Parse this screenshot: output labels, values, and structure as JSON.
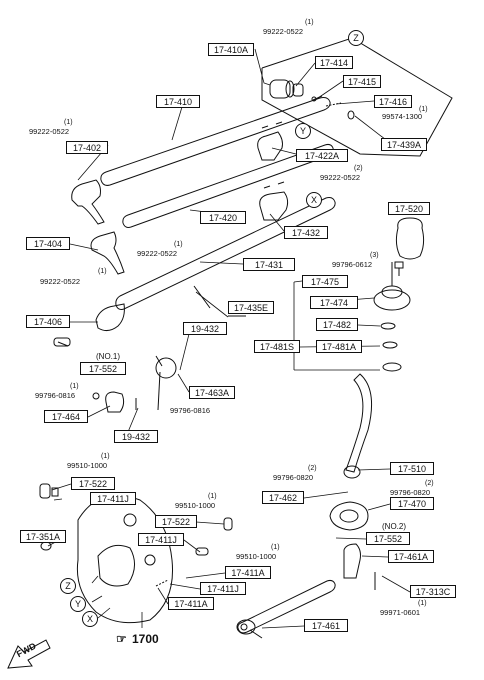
{
  "parts": {
    "p17410A": "17-410A",
    "p17414": "17-414",
    "p17415": "17-415",
    "p17416": "17-416",
    "p17439A": "17-439A",
    "p17410": "17-410",
    "p17402": "17-402",
    "p17422A": "17-422A",
    "p17420": "17-420",
    "p17404": "17-404",
    "p17432": "17-432",
    "p17520": "17-520",
    "p17431": "17-431",
    "p17475": "17-475",
    "p17474": "17-474",
    "p17406": "17-406",
    "p17435E": "17-435E",
    "p17482": "17-482",
    "p19432a": "19-432",
    "p17481S": "17-481S",
    "p17481A": "17-481A",
    "p17552a": "17-552",
    "p17463A": "17-463A",
    "p17464": "17-464",
    "p19432b": "19-432",
    "p17510": "17-510",
    "p17522a": "17-522",
    "p17411Ja": "17-411J",
    "p17462": "17-462",
    "p17470": "17-470",
    "p17351A": "17-351A",
    "p17522b": "17-522",
    "p17552b": "17-552",
    "p17411Jb": "17-411J",
    "p17461A": "17-461A",
    "p17411Aa": "17-411A",
    "p17411Jc": "17-411J",
    "p17313C": "17-313C",
    "p17411Ab": "17-411A",
    "p17461": "17-461"
  },
  "bolts": {
    "b1": "99222-0522",
    "b2": "99222-0522",
    "b3": "99574-1300",
    "b4": "99222-0522",
    "b5": "99222-0522",
    "b6": "99222-0522",
    "b7": "99796-0612",
    "b8": "99796-0816",
    "b9": "99796-0816",
    "b10": "99510-1000",
    "b11": "99796-0820",
    "b12": "99796-0820",
    "b13": "99510-1000",
    "b14": "99510-1000",
    "b15": "99971-0601"
  },
  "quantities": {
    "q1": "(1)",
    "q2": "(1)",
    "q3": "(1)",
    "q4": "(2)",
    "q5": "(1)",
    "q6": "(1)",
    "q7": "(3)",
    "q8": "(1)",
    "q9": "(1)",
    "q10": "(2)",
    "q11": "(2)",
    "q12": "(1)",
    "q13": "(1)",
    "q14": "(1)"
  },
  "notes": {
    "no1": "(NO.1)",
    "no2": "(NO.2)"
  },
  "callouts": {
    "z1": "Z",
    "y1": "Y",
    "x1": "X",
    "z2": "Z",
    "y2": "Y",
    "x2": "X"
  },
  "assembly_ref": "1700",
  "fwd_label": "FWD"
}
